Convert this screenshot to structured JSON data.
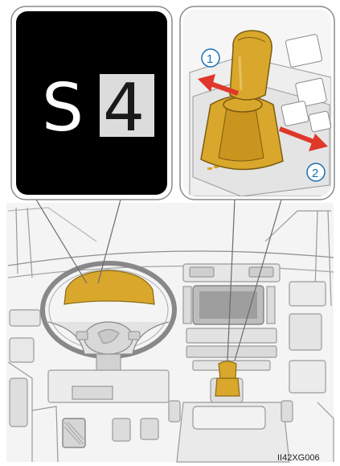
{
  "display": {
    "mode_letter": "S",
    "gear_number": "4"
  },
  "callouts": {
    "direction_1": "1",
    "direction_2": "2"
  },
  "figure_code": "II42XG006",
  "colors": {
    "highlight": "#D9A72B",
    "arrow": "#E0372B",
    "callout": "#1A6FB3",
    "display_bg": "#000000"
  },
  "icons": {
    "arrow_forward": "arrow-forward-icon",
    "arrow_back": "arrow-back-icon"
  }
}
